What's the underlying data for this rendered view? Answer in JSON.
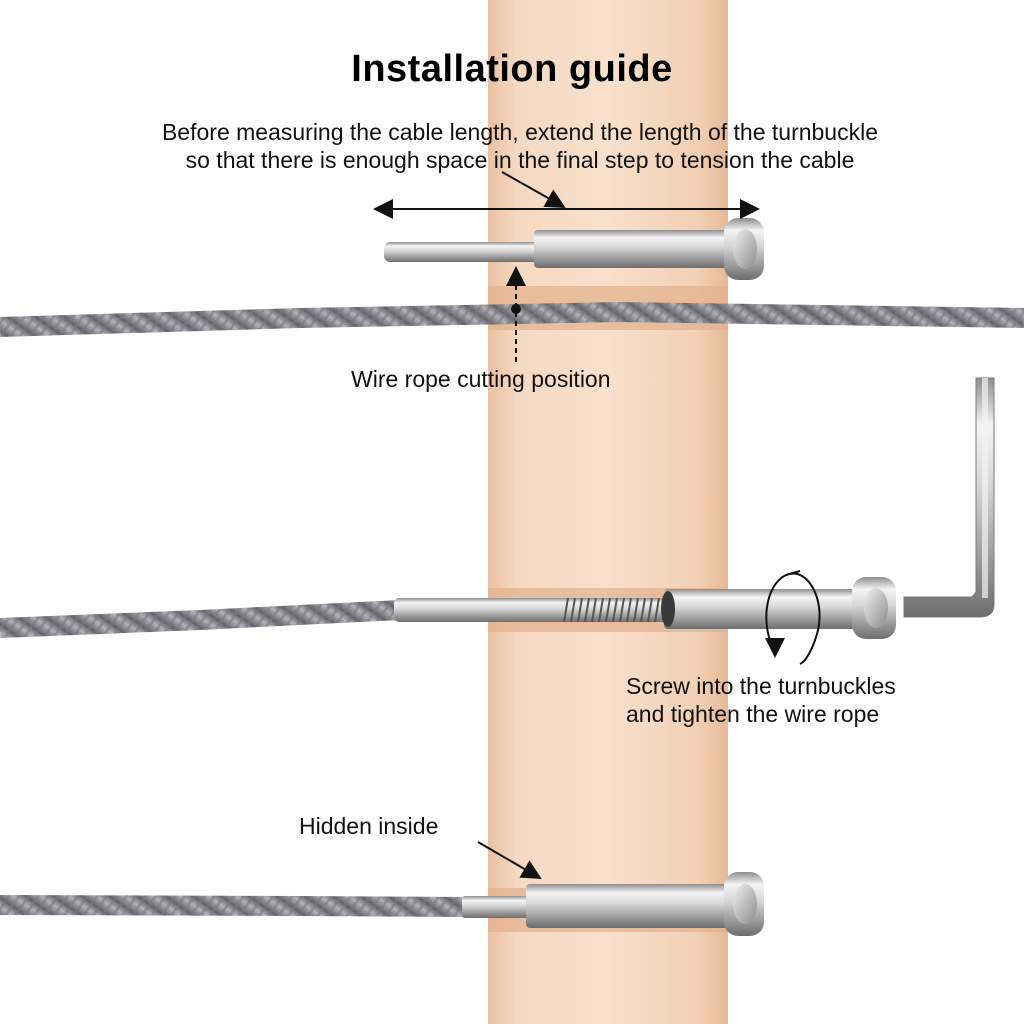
{
  "title": "Installation guide",
  "instruction": {
    "line1": "Before measuring the cable length, extend the length of the turnbuckle",
    "line2": "so that there is enough space in the final step to tension the cable"
  },
  "labels": {
    "cut_position": "Wire rope cutting position",
    "screw_line1": "Screw into the turnbuckles",
    "screw_line2": "and tighten the wire rope",
    "hidden_inside": "Hidden inside"
  },
  "colors": {
    "post": "#f1cfb3",
    "post_shadow": "#e7bd9d",
    "cable": "#8d8b92",
    "metal": "#c9c9c9"
  },
  "icons": [
    "hex-key-icon",
    "rotation-arrow-icon",
    "double-arrow-icon",
    "pointer-arrow-icon"
  ]
}
